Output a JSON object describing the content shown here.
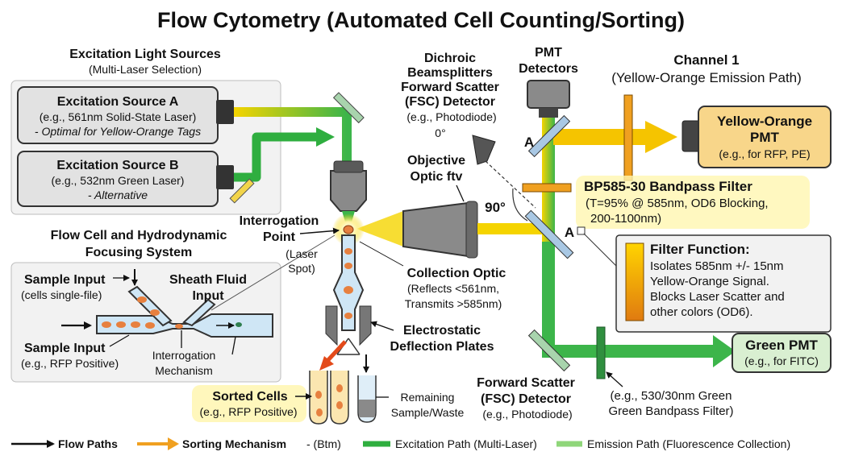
{
  "title": "Flow Cytometry (Automated Cell Counting/Sorting)",
  "light_sources": {
    "heading": "Excitation Light Sources",
    "subheading": "(Multi-Laser Selection)",
    "source_a": {
      "title": "Excitation Source A",
      "detail": "(e.g., 561nm Solid-State Laser)",
      "note": "- Optimal for Yellow-Orange Tags"
    },
    "source_b": {
      "title": "Excitation Source B",
      "detail": "(e.g., 532nm Green Laser)",
      "note": "- Alternative"
    }
  },
  "flow_cell": {
    "heading_line1": "Flow Cell and Hydrodynamic",
    "heading_line2": "Focusing System",
    "sample_input": "Sample Input",
    "sample_input_detail": "(cells single-file)",
    "sheath_line1": "Sheath Fluid",
    "sheath_line2": "Input",
    "sample_input_2": "Sample Input",
    "sample_input_2_detail": "(e.g., RFP Positive)",
    "interrogation_line1": "Interrogation",
    "interrogation_line2": "Mechanism"
  },
  "interrogation_point": {
    "line1": "Interrogation",
    "line2": "Point",
    "line3": "(Laser",
    "line4": "Spot)"
  },
  "objective": {
    "line1": "Objective",
    "line2": "Optic ftv"
  },
  "collection_optic": {
    "title": "Collection Optic",
    "line1": "(Reflects <561nm,",
    "line2": "Transmits >585nm)"
  },
  "electrostatic": {
    "line1": "Electrostatic",
    "line2": "Deflection Plates"
  },
  "sorted_cells": {
    "title": "Sorted Cells",
    "detail": "(e.g., RFP Positive)"
  },
  "remaining": {
    "line1": "Remaining",
    "line2": "Sample/Waste"
  },
  "dichroic": {
    "line1": "Dichroic",
    "line2": "Beamsplitters",
    "line3": "Forward Scatter",
    "line4": "(FSC) Detector",
    "line5": "(e.g., Photodiode)"
  },
  "angle_0": "0°",
  "angle_90": "90°",
  "pmt_detectors": {
    "line1": "PMT",
    "line2": "Detectors"
  },
  "mirror_label_top": "A",
  "mirror_label_mid": "A",
  "channel": {
    "title": "Channel 1",
    "subtitle": "(Yellow-Orange Emission Path)"
  },
  "yellow_pmt": {
    "line1": "Yellow-Orange",
    "line2": "PMT",
    "line3": "(e.g., for RFP, PE)"
  },
  "bandpass": {
    "title": "BP585-30 Bandpass Filter",
    "line1": "(T=95% @ 585nm, OD6 Blocking,",
    "line2": "200-1100nm)"
  },
  "filter_function": {
    "title": "Filter Function:",
    "lines": [
      "Isolates 585nm +/- 15nm",
      "Yellow-Orange Signal.",
      "Blocks Laser Scatter and",
      "other colors (OD6)."
    ]
  },
  "green_pmt": {
    "line1": "Green PMT",
    "line2": "(e.g., for FITC)"
  },
  "fsc_bottom": {
    "line1": "Forward Scatter",
    "line2": "(FSC) Detector",
    "line3": "(e.g., Photodiode)"
  },
  "green_filter": {
    "line1": "(e.g., 530/30nm Green",
    "line2": "Green Bandpass Filter)"
  },
  "legend": {
    "flow_paths": "Flow Paths",
    "sorting": "Sorting Mechanism",
    "sorting_suffix": " - (Btm)",
    "excitation": "Excitation Path (Multi-Laser)",
    "emission": "Emission Path (Fluorescence Collection)"
  },
  "colors": {
    "green": "#2fae3f",
    "light_green": "#8fd67a",
    "yellow": "#f5c400",
    "orange": "#f0a020",
    "box_gray": "#e2e2e2",
    "panel_gray": "#f0f0f0",
    "yellow_box": "#f8d68a",
    "green_box": "#d9efd1"
  }
}
